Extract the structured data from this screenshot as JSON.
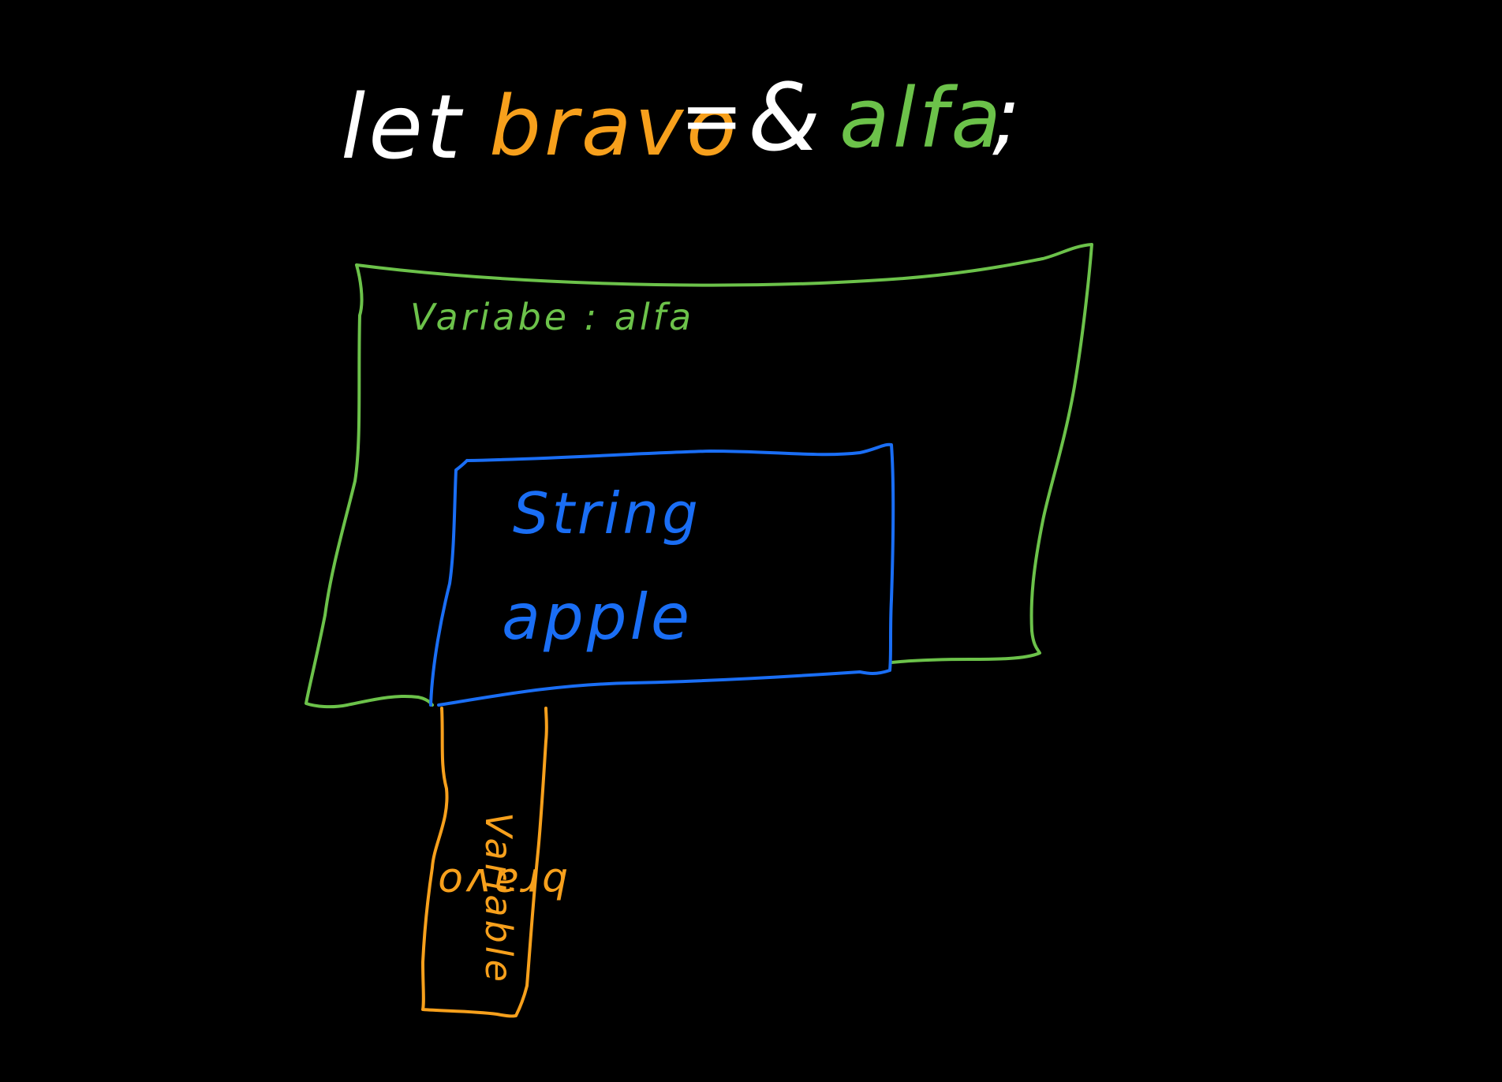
{
  "code_line": {
    "keyword": "let",
    "ref_var": "bravo",
    "equals": "=",
    "ampersand": "&",
    "target_var": "alfa",
    "semicolon": ";"
  },
  "outer_box": {
    "label": "Variabe : alfa"
  },
  "inner_box": {
    "type_label": "String",
    "value_label": "apple"
  },
  "ref_box": {
    "label_line1": "Variable",
    "label_line2": "bravo"
  },
  "colors": {
    "background": "#000000",
    "white": "#ffffff",
    "orange": "#f7a01c",
    "green": "#6cc24a",
    "blue": "#1a6ef5"
  }
}
